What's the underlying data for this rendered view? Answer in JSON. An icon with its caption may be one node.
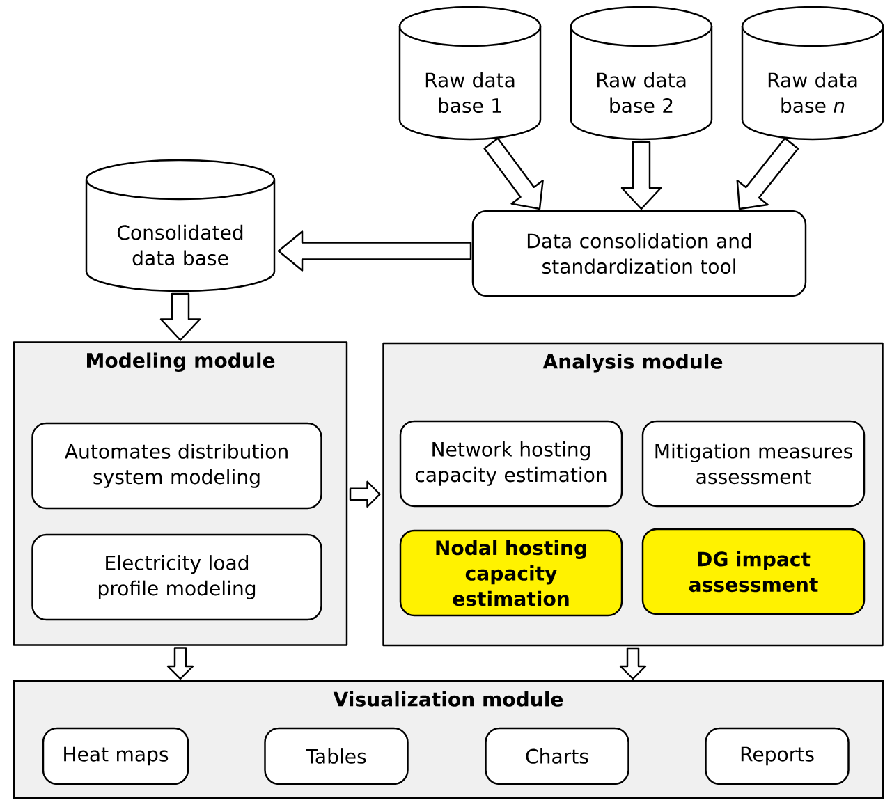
{
  "diagram": {
    "nodes": [
      {
        "text": [
          "Raw data base 1"
        ]
      },
      {
        "text": [
          "Raw data base 2"
        ]
      },
      {
        "text": [
          "Raw data base *n*"
        ]
      },
      {
        "text": [
          "Data consolidation and standardization tool"
        ]
      },
      {
        "text": [
          "Consolidated data base"
        ]
      },
      {
        "text": [
          "Modeling module"
        ]
      },
      {
        "text": [
          "Automates distribution system modeling"
        ],
        "in": 5
      },
      {
        "text": [
          "Electricity load profile modeling"
        ],
        "in": 5
      },
      {
        "text": [
          "Analysis module"
        ]
      },
      {
        "text": [
          "Network hosting capacity estimation"
        ],
        "in": 8
      },
      {
        "text": [
          "Mitigation measures assessment"
        ],
        "in": 8
      },
      {
        "text": [
          "Nodal hosting capacity estimation"
        ],
        "in": 8
      },
      {
        "text": [
          "DG impact assessment"
        ],
        "in": 8
      },
      {
        "text": [
          "Visualization module"
        ]
      },
      {
        "text": [
          "Heat maps"
        ],
        "in": 13
      },
      {
        "text": [
          "Tables"
        ],
        "in": 13
      },
      {
        "text": [
          "Charts"
        ],
        "in": 13
      },
      {
        "text": [
          "Reports"
        ],
        "in": 13
      }
    ],
    "edges": [
      {
        "from": 0,
        "to": 3,
        "arrow": "to"
      },
      {
        "from": 1,
        "to": 3,
        "arrow": "to"
      },
      {
        "from": 2,
        "to": 3,
        "arrow": "to"
      },
      {
        "from": 3,
        "to": 4,
        "arrow": "to"
      },
      {
        "from": 4,
        "to": 5,
        "arrow": "to"
      },
      {
        "from": 5,
        "to": 8,
        "arrow": "to"
      },
      {
        "from": 5,
        "to": 13,
        "arrow": "to"
      },
      {
        "from": 8,
        "to": 13,
        "arrow": "to"
      }
    ]
  }
}
